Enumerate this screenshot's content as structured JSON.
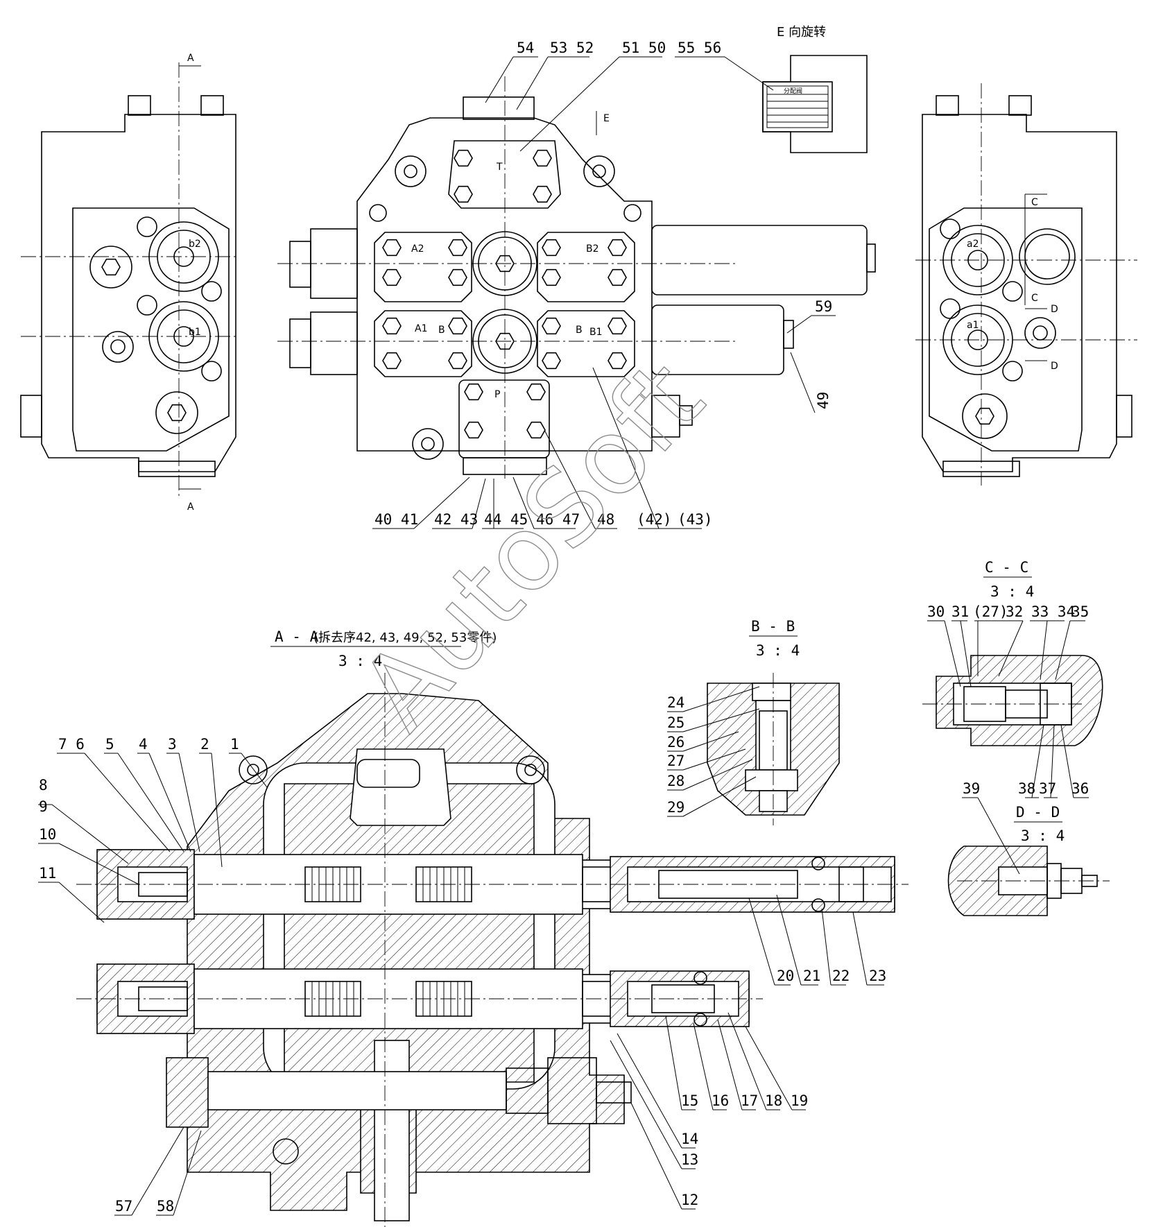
{
  "watermark": "AutoSoft",
  "views": {
    "section_aa": {
      "title": "A - A",
      "note": "(拆去序42, 43, 49, 52, 53零件)",
      "scale": "3 : 4"
    },
    "section_bb": {
      "title": "B - B",
      "scale": "3 : 4"
    },
    "section_cc": {
      "title": "C - C",
      "scale": "3 : 4"
    },
    "section_dd": {
      "title": "D - D",
      "scale": "3 : 4"
    },
    "view_e": {
      "title": "E 向旋转"
    }
  },
  "port_labels": {
    "T": "T",
    "A1": "A1",
    "A2": "A2",
    "B1": "B1",
    "B2": "B2",
    "P": "P",
    "a1": "a1",
    "a2": "a2",
    "b1": "b1",
    "b2": "b2"
  },
  "section_markers": {
    "A": "A",
    "B": "B",
    "C": "C",
    "D": "D",
    "E": "E"
  },
  "nameplate": {
    "title": "分配阀"
  },
  "callouts_top": [
    "54",
    "53 52",
    "51 50",
    "55 56",
    "59",
    "49",
    "40 41",
    "42 43",
    "44 45",
    "46 47",
    "48",
    "(42)",
    "(43)"
  ],
  "callouts_aa": [
    "7 6",
    "5",
    "4",
    "3",
    "2",
    "1",
    "8",
    "9",
    "10",
    "11",
    "20",
    "21",
    "22",
    "23",
    "15",
    "16",
    "17",
    "18",
    "19",
    "14",
    "13",
    "12",
    "57",
    "58"
  ],
  "callouts_bb": [
    "24",
    "25",
    "26",
    "27",
    "28",
    "29"
  ],
  "callouts_cc": [
    "30",
    "31",
    "(27)",
    "32",
    "33 34",
    "35",
    "38",
    "37",
    "36"
  ],
  "callouts_dd": [
    "39"
  ]
}
